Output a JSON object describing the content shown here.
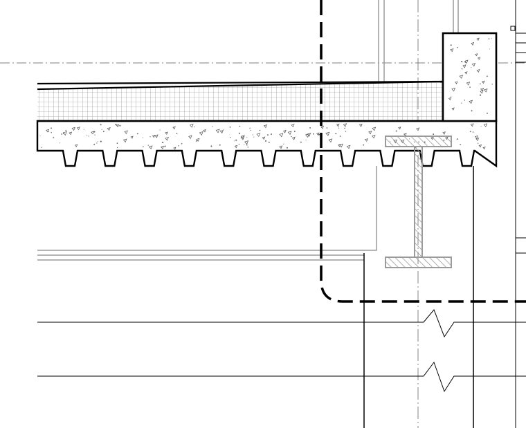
{
  "drawing": {
    "type": "architectural section detail",
    "colors": {
      "ink": "#000000",
      "grey": "#9a9a9a",
      "paper": "#ffffff"
    },
    "elements": [
      "roof-insulation-layer",
      "concrete-slab",
      "metal-deck",
      "steel-i-beam",
      "concrete-upstand",
      "building-grid-line",
      "dashed-outline",
      "break-lines"
    ]
  }
}
